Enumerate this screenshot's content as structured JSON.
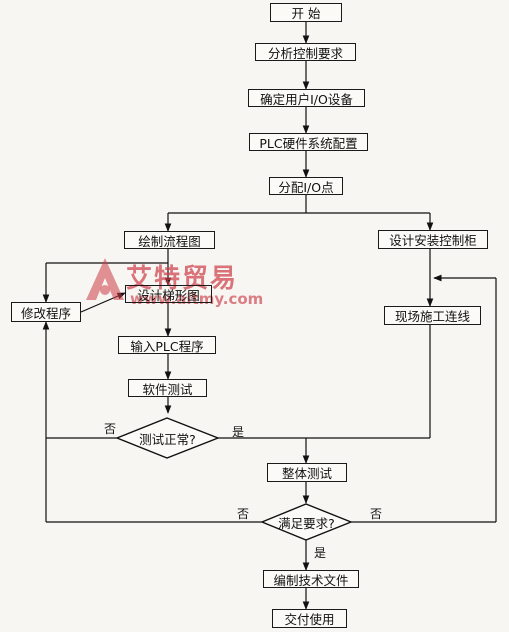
{
  "nodes": {
    "start": "开 始",
    "analyze": "分析控制要求",
    "io_devices": "确定用户I/O设备",
    "hw_config": "PLC硬件系统配置",
    "assign_io": "分配I/O点",
    "flowchart": "绘制流程图",
    "cabinet": "设计安装控制柜",
    "ladder": "设计梯形图",
    "modify": "修改程序",
    "wiring": "现场施工连线",
    "input_prog": "输入PLC程序",
    "sw_test": "软件测试",
    "test_ok": "测试正常?",
    "system_test": "整体测试",
    "meets_req": "满足要求?",
    "docs": "编制技术文件",
    "deliver": "交付使用"
  },
  "edge_labels": {
    "test_no": "否",
    "test_yes": "是",
    "req_no_left": "否",
    "req_no_right": "否",
    "req_yes": "是"
  },
  "watermark": {
    "text": "艾特贸易",
    "url": "www.aitmy.com"
  }
}
